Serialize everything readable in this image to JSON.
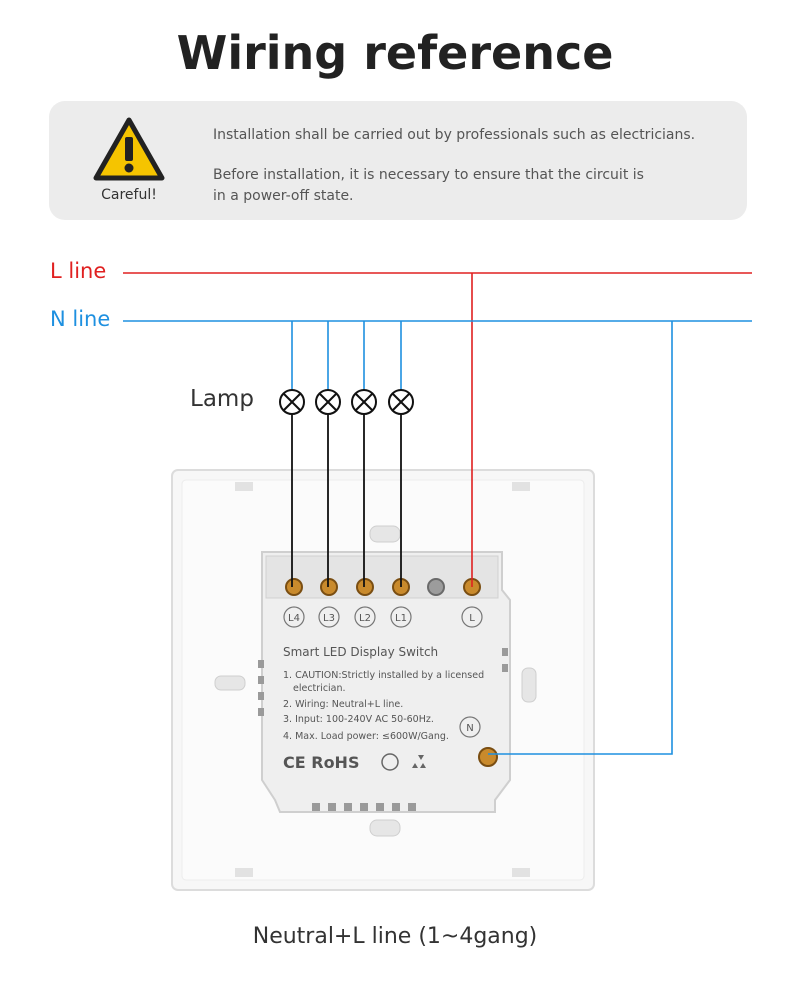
{
  "title": "Wiring reference",
  "notice": {
    "icon": "warning-triangle-icon",
    "label": "Careful!",
    "line1": "Installation shall be carried out by professionals such as electricians.",
    "line2": "Before installation, it is necessary to ensure that the circuit is in a power-off state."
  },
  "lines": {
    "l_line": "L line",
    "n_line": "N line",
    "l_color": "#e02020",
    "n_color": "#1e90e0"
  },
  "lamp_label": "Lamp",
  "terminals": [
    "L4",
    "L3",
    "L2",
    "L1",
    "L"
  ],
  "neutral_terminal": "N",
  "module": {
    "title": "Smart LED Display Switch",
    "notes": [
      "1. CAUTION:Strictly installed by a licensed",
      "electrician.",
      "2. Wiring: Neutral+L line.",
      "3. Input: 100-240V AC 50-60Hz.",
      "4. Max. Load power: ≤600W/Gang."
    ],
    "marks": "CE RoHS"
  },
  "caption": "Neutral+L line (1~4gang)"
}
